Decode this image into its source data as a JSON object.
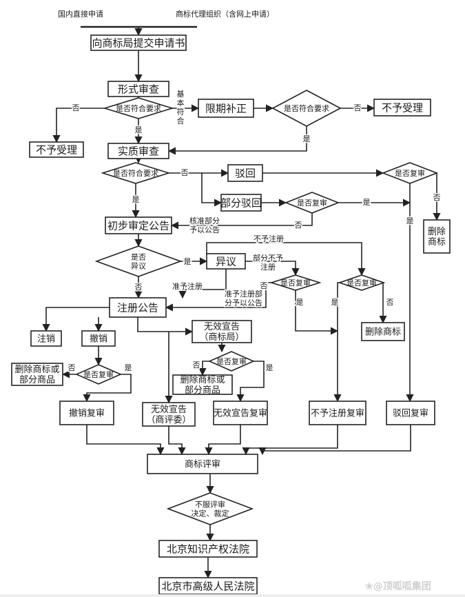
{
  "header": {
    "source_left": "国内直接申请",
    "source_right": "商标代理组织（含网上申请）"
  },
  "nodes": {
    "submit": "向商标局提交申请书",
    "formal_review": "形式审查",
    "formal_check": "是否符合要求",
    "reject_left": "不予受理",
    "deadline_fix": "限期补正",
    "fix_check": "是否符合要求",
    "reject_right": "不予受理",
    "substantive_review": "实质审查",
    "substantive_check": "是否符合要求",
    "rejection": "驳回",
    "partial_rejection": "部分驳回",
    "partial_review_check": "是否复审",
    "rejection_review_check": "是否复审",
    "delete_mark_top": [
      "删除",
      "商标"
    ],
    "prelim_announce": "初步审定公告",
    "opposition_check": [
      "是否",
      "异议"
    ],
    "opposition": "异议",
    "opp_partial_review_check": "是否复审",
    "opp_full_review_check": "是否复审",
    "delete_mark_mid": "删除商标",
    "reg_announce": "注册公告",
    "cancel": "注销",
    "revoke": "撤销",
    "revoke_review_check": "是否复审",
    "delete_mark_or_goods_left": [
      "删除商标或",
      "部分商品"
    ],
    "invalid_tmo": [
      "无效宣告",
      "（商标局）"
    ],
    "invalid_tmo_review_check": "是否复审",
    "delete_mark_or_goods_mid": [
      "删除商标或",
      "部分商品"
    ],
    "revoke_review": "撤销复审",
    "invalid_trab": [
      "无效宣告",
      "（商评委）"
    ],
    "invalid_review": "无效宣告复审",
    "refuse_reg_review": "不予注册复审",
    "rejection_review": "驳回复审",
    "tm_review": "商标评审",
    "dissatisfied_check": [
      "不服评审",
      "决定、裁定"
    ],
    "ip_court": "北京知识产权法院",
    "high_court": "北京市高级人民法院"
  },
  "labels": {
    "no": "否",
    "yes": "是",
    "basic_conform": [
      "基",
      "本",
      "符",
      "合"
    ],
    "approve_partial_announce": [
      "核准部分",
      "予以公告"
    ],
    "refuse_reg": "不予注册",
    "partial_refuse": [
      "部分不予",
      "注册"
    ],
    "approve_reg": "准予注册",
    "approve_partial_reg": [
      "准予注册部",
      "分予以公告"
    ]
  },
  "watermark": "❀@顶呱呱集团"
}
